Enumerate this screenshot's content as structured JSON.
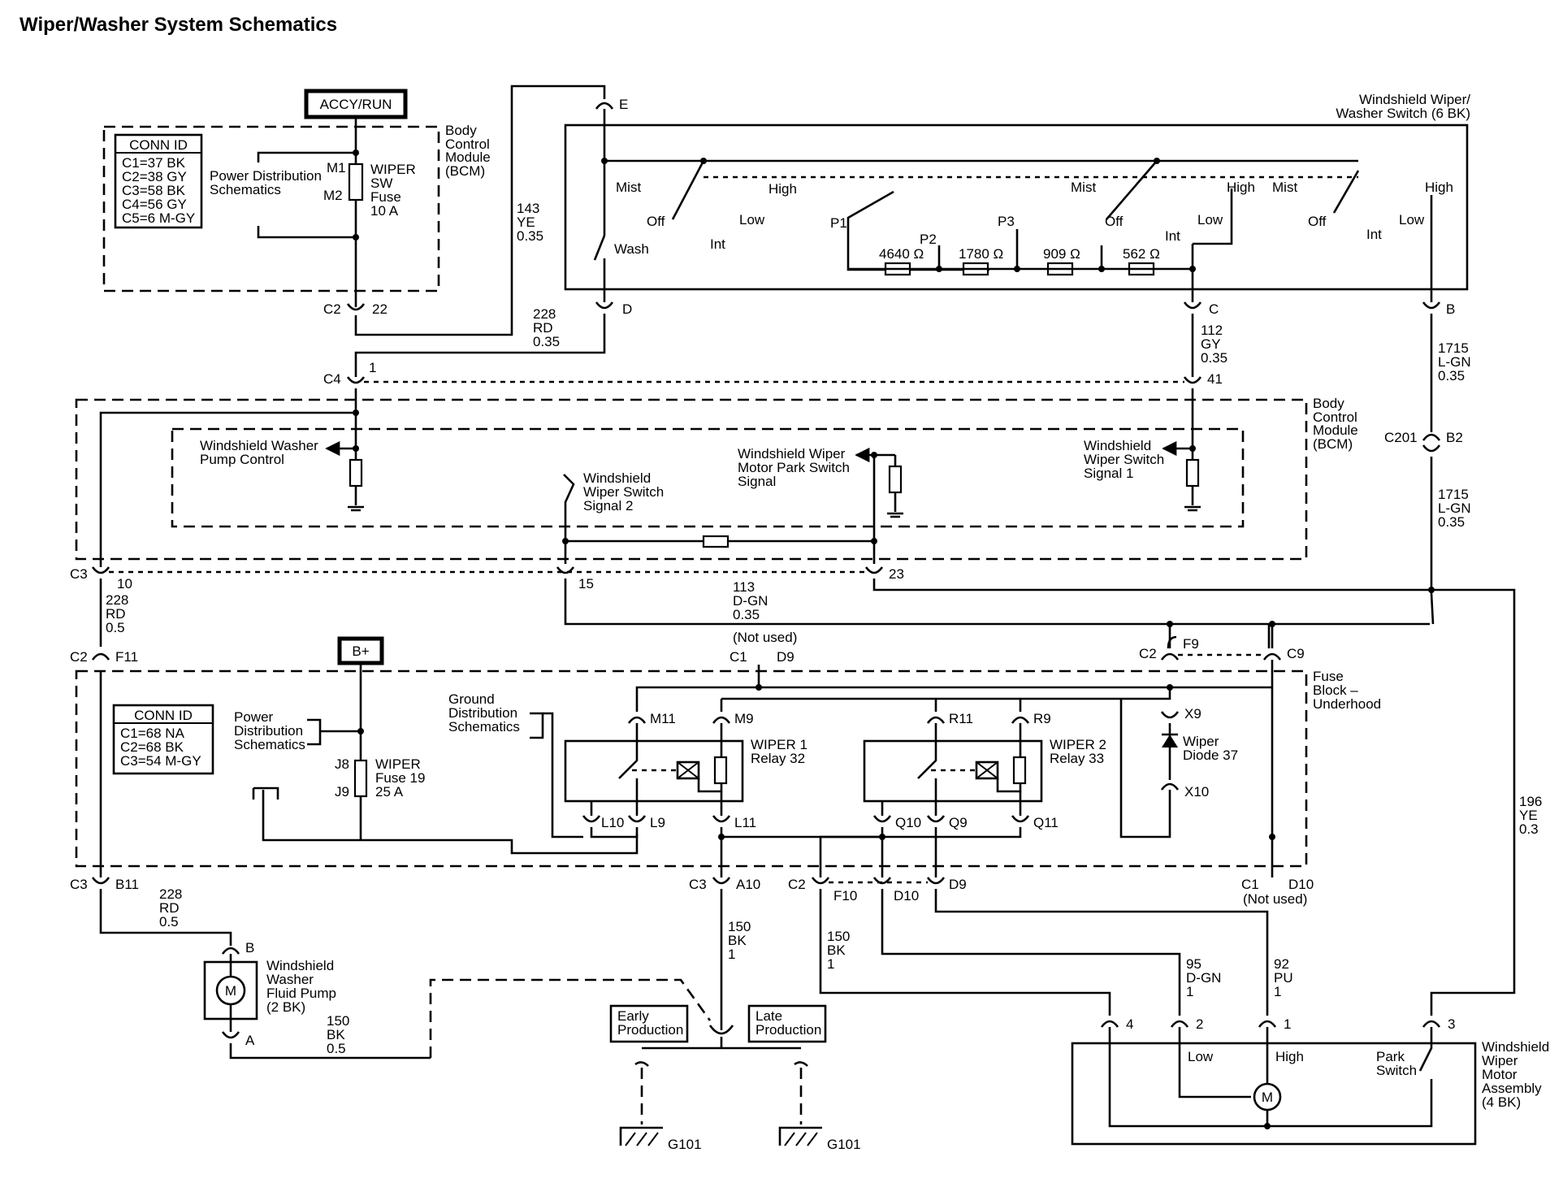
{
  "title": "Wiper/Washer System Schematics",
  "power": {
    "accy_run": "ACCY/RUN",
    "b_plus": "B+"
  },
  "bcm_top": {
    "label": [
      "Body",
      "Control",
      "Module",
      "(BCM)"
    ],
    "conn_id_title": "CONN ID",
    "conn_ids": [
      "C1=37 BK",
      "C2=38 GY",
      "C3=58 BK",
      "C4=56 GY",
      "C5=6 M-GY"
    ],
    "power_dist": [
      "Power Distribution",
      "Schematics"
    ],
    "m1": "M1",
    "m2": "M2",
    "fuse": [
      "WIPER",
      "SW",
      "Fuse",
      "10 A"
    ]
  },
  "wiper_switch": {
    "label": [
      "Windshield Wiper/",
      "Washer Switch (6 BK)"
    ],
    "term_e": "E",
    "term_d": "D",
    "term_c": "C",
    "term_b": "B",
    "wash": "Wash",
    "positions": {
      "mist": "Mist",
      "off": "Off",
      "int": "Int",
      "low": "Low",
      "high": "High"
    },
    "p1": "P1",
    "p2": "P2",
    "p3": "P3",
    "resistors": [
      "4640 Ω",
      "1780 Ω",
      "909 Ω",
      "562 Ω"
    ]
  },
  "wires": {
    "w143": [
      "143",
      "YE",
      "0.35"
    ],
    "w228a": [
      "228",
      "RD",
      "0.35"
    ],
    "w112": [
      "112",
      "GY",
      "0.35"
    ],
    "w1715a": [
      "1715",
      "L-GN",
      "0.35"
    ],
    "w1715b": [
      "1715",
      "L-GN",
      "0.35"
    ],
    "w228b": [
      "228",
      "RD",
      "0.5"
    ],
    "w113": [
      "113",
      "D-GN",
      "0.35"
    ],
    "w196": [
      "196",
      "YE",
      "0.3"
    ],
    "w228c": [
      "228",
      "RD",
      "0.5"
    ],
    "w150a": [
      "150",
      "BK",
      "0.5"
    ],
    "w150b": [
      "150",
      "BK",
      "1"
    ],
    "w150c": [
      "150",
      "BK",
      "1"
    ],
    "w95": [
      "95",
      "D-GN",
      "1"
    ],
    "w92": [
      "92",
      "PU",
      "1"
    ]
  },
  "connectors": {
    "c2": "C2",
    "c22": "22",
    "c4": "C4",
    "c4_1": "1",
    "c4_41": "41",
    "c201": "C201",
    "b2": "B2",
    "c3": "C3",
    "c3_10": "10",
    "c3_15": "15",
    "c3_23": "23",
    "f11": "F11",
    "c1": "C1",
    "d9": "D9",
    "not_used": "(Not used)",
    "f9": "F9",
    "c9": "C9",
    "b11": "B11",
    "a10": "A10",
    "f10": "F10",
    "d10": "D10"
  },
  "bcm_mid": {
    "label": [
      "Body",
      "Control",
      "Module",
      "(BCM)"
    ],
    "washer_pump": [
      "Windshield Washer",
      "Pump Control"
    ],
    "switch_sig2": [
      "Windshield",
      "Wiper Switch",
      "Signal 2"
    ],
    "park_sig": [
      "Windshield Wiper",
      "Motor Park Switch",
      "Signal"
    ],
    "switch_sig1": [
      "Windshield",
      "Wiper Switch",
      "Signal 1"
    ]
  },
  "fuse_block": {
    "label": [
      "Fuse",
      "Block –",
      "Underhood"
    ],
    "conn_id_title": "CONN ID",
    "conn_ids": [
      "C1=68 NA",
      "C2=68 BK",
      "C3=54 M-GY"
    ],
    "power_dist": [
      "Power",
      "Distribution",
      "Schematics"
    ],
    "ground_dist": [
      "Ground",
      "Distribution",
      "Schematics"
    ],
    "j8": "J8",
    "j9": "J9",
    "fuse": [
      "WIPER",
      "Fuse 19",
      "25 A"
    ],
    "relay1": [
      "WIPER 1",
      "Relay 32"
    ],
    "relay2": [
      "WIPER 2",
      "Relay 33"
    ],
    "pins": {
      "m11": "M11",
      "m9": "M9",
      "l10": "L10",
      "l9": "L9",
      "l11": "L11",
      "r11": "R11",
      "r9": "R9",
      "q10": "Q10",
      "q9": "Q9",
      "q11": "Q11",
      "x9": "X9",
      "x10": "X10"
    },
    "diode": [
      "Wiper",
      "Diode 37"
    ]
  },
  "pump": {
    "label": [
      "Windshield",
      "Washer",
      "Fluid Pump",
      "(2 BK)"
    ],
    "term_b": "B",
    "term_a": "A",
    "motor": "M"
  },
  "ground": {
    "early": [
      "Early",
      "Production"
    ],
    "late": [
      "Late",
      "Production"
    ],
    "g101": "G101"
  },
  "motor": {
    "label": [
      "Windshield",
      "Wiper",
      "Motor",
      "Assembly",
      "(4 BK)"
    ],
    "t4": "4",
    "t2": "2",
    "t1": "1",
    "t3": "3",
    "low": "Low",
    "high": "High",
    "park": [
      "Park",
      "Switch"
    ],
    "m": "M"
  }
}
